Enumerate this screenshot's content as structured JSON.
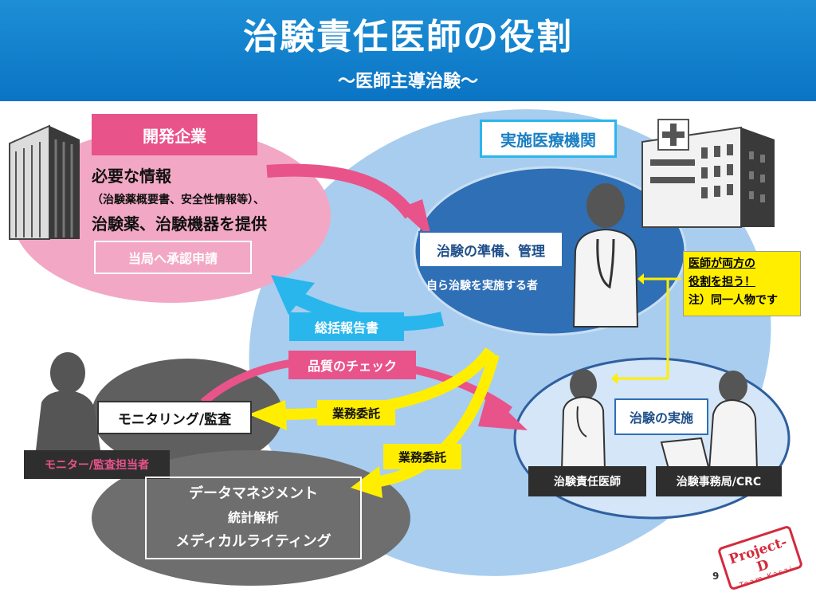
{
  "header": {
    "title": "治験責任医師の役割",
    "subtitle": "～医師主導治験～"
  },
  "company": {
    "label": "開発企業",
    "info_line1": "必要な情報",
    "info_line2": "（治験薬概要書、安全性情報等）、",
    "info_line3": "治験薬、治験機器を提供",
    "approval": "当局へ承認申請"
  },
  "institution": {
    "label": "実施医療機関",
    "prep": "治験の準備、管理",
    "sponsor_investigator": "自ら治験を実施する者",
    "implementation": "治験の実施",
    "investigator": "治験責任医師",
    "office": "治験事務局/CRC"
  },
  "note": {
    "line1": "医師が両方の",
    "line2": "役割を担う！",
    "line3": "注）同一人物です"
  },
  "arrows": {
    "report": "総括報告書",
    "quality": "品質のチェック",
    "outsource1": "業務委託",
    "outsource2": "業務委託"
  },
  "monitor": {
    "task": "モニタリング/監査",
    "person": "モニター/監査担当者"
  },
  "data_mgmt": {
    "line1": "データマネジメント",
    "line2": "統計解析",
    "line3": "メディカルライティング"
  },
  "footer": {
    "page": "9",
    "stamp_main": "Project-D",
    "stamp_sub": "Team Kasai"
  },
  "colors": {
    "header_blue": "#0a74c4",
    "pink": "#e8538a",
    "light_pink": "#f2a8c4",
    "light_blue": "#a8cdef",
    "dark_blue": "#2f6fb6",
    "cyan": "#29b6ec",
    "yellow": "#ffee00",
    "gray": "#6e6e6e",
    "dark": "#2e2e2e",
    "stamp_red": "#d42a3c"
  }
}
